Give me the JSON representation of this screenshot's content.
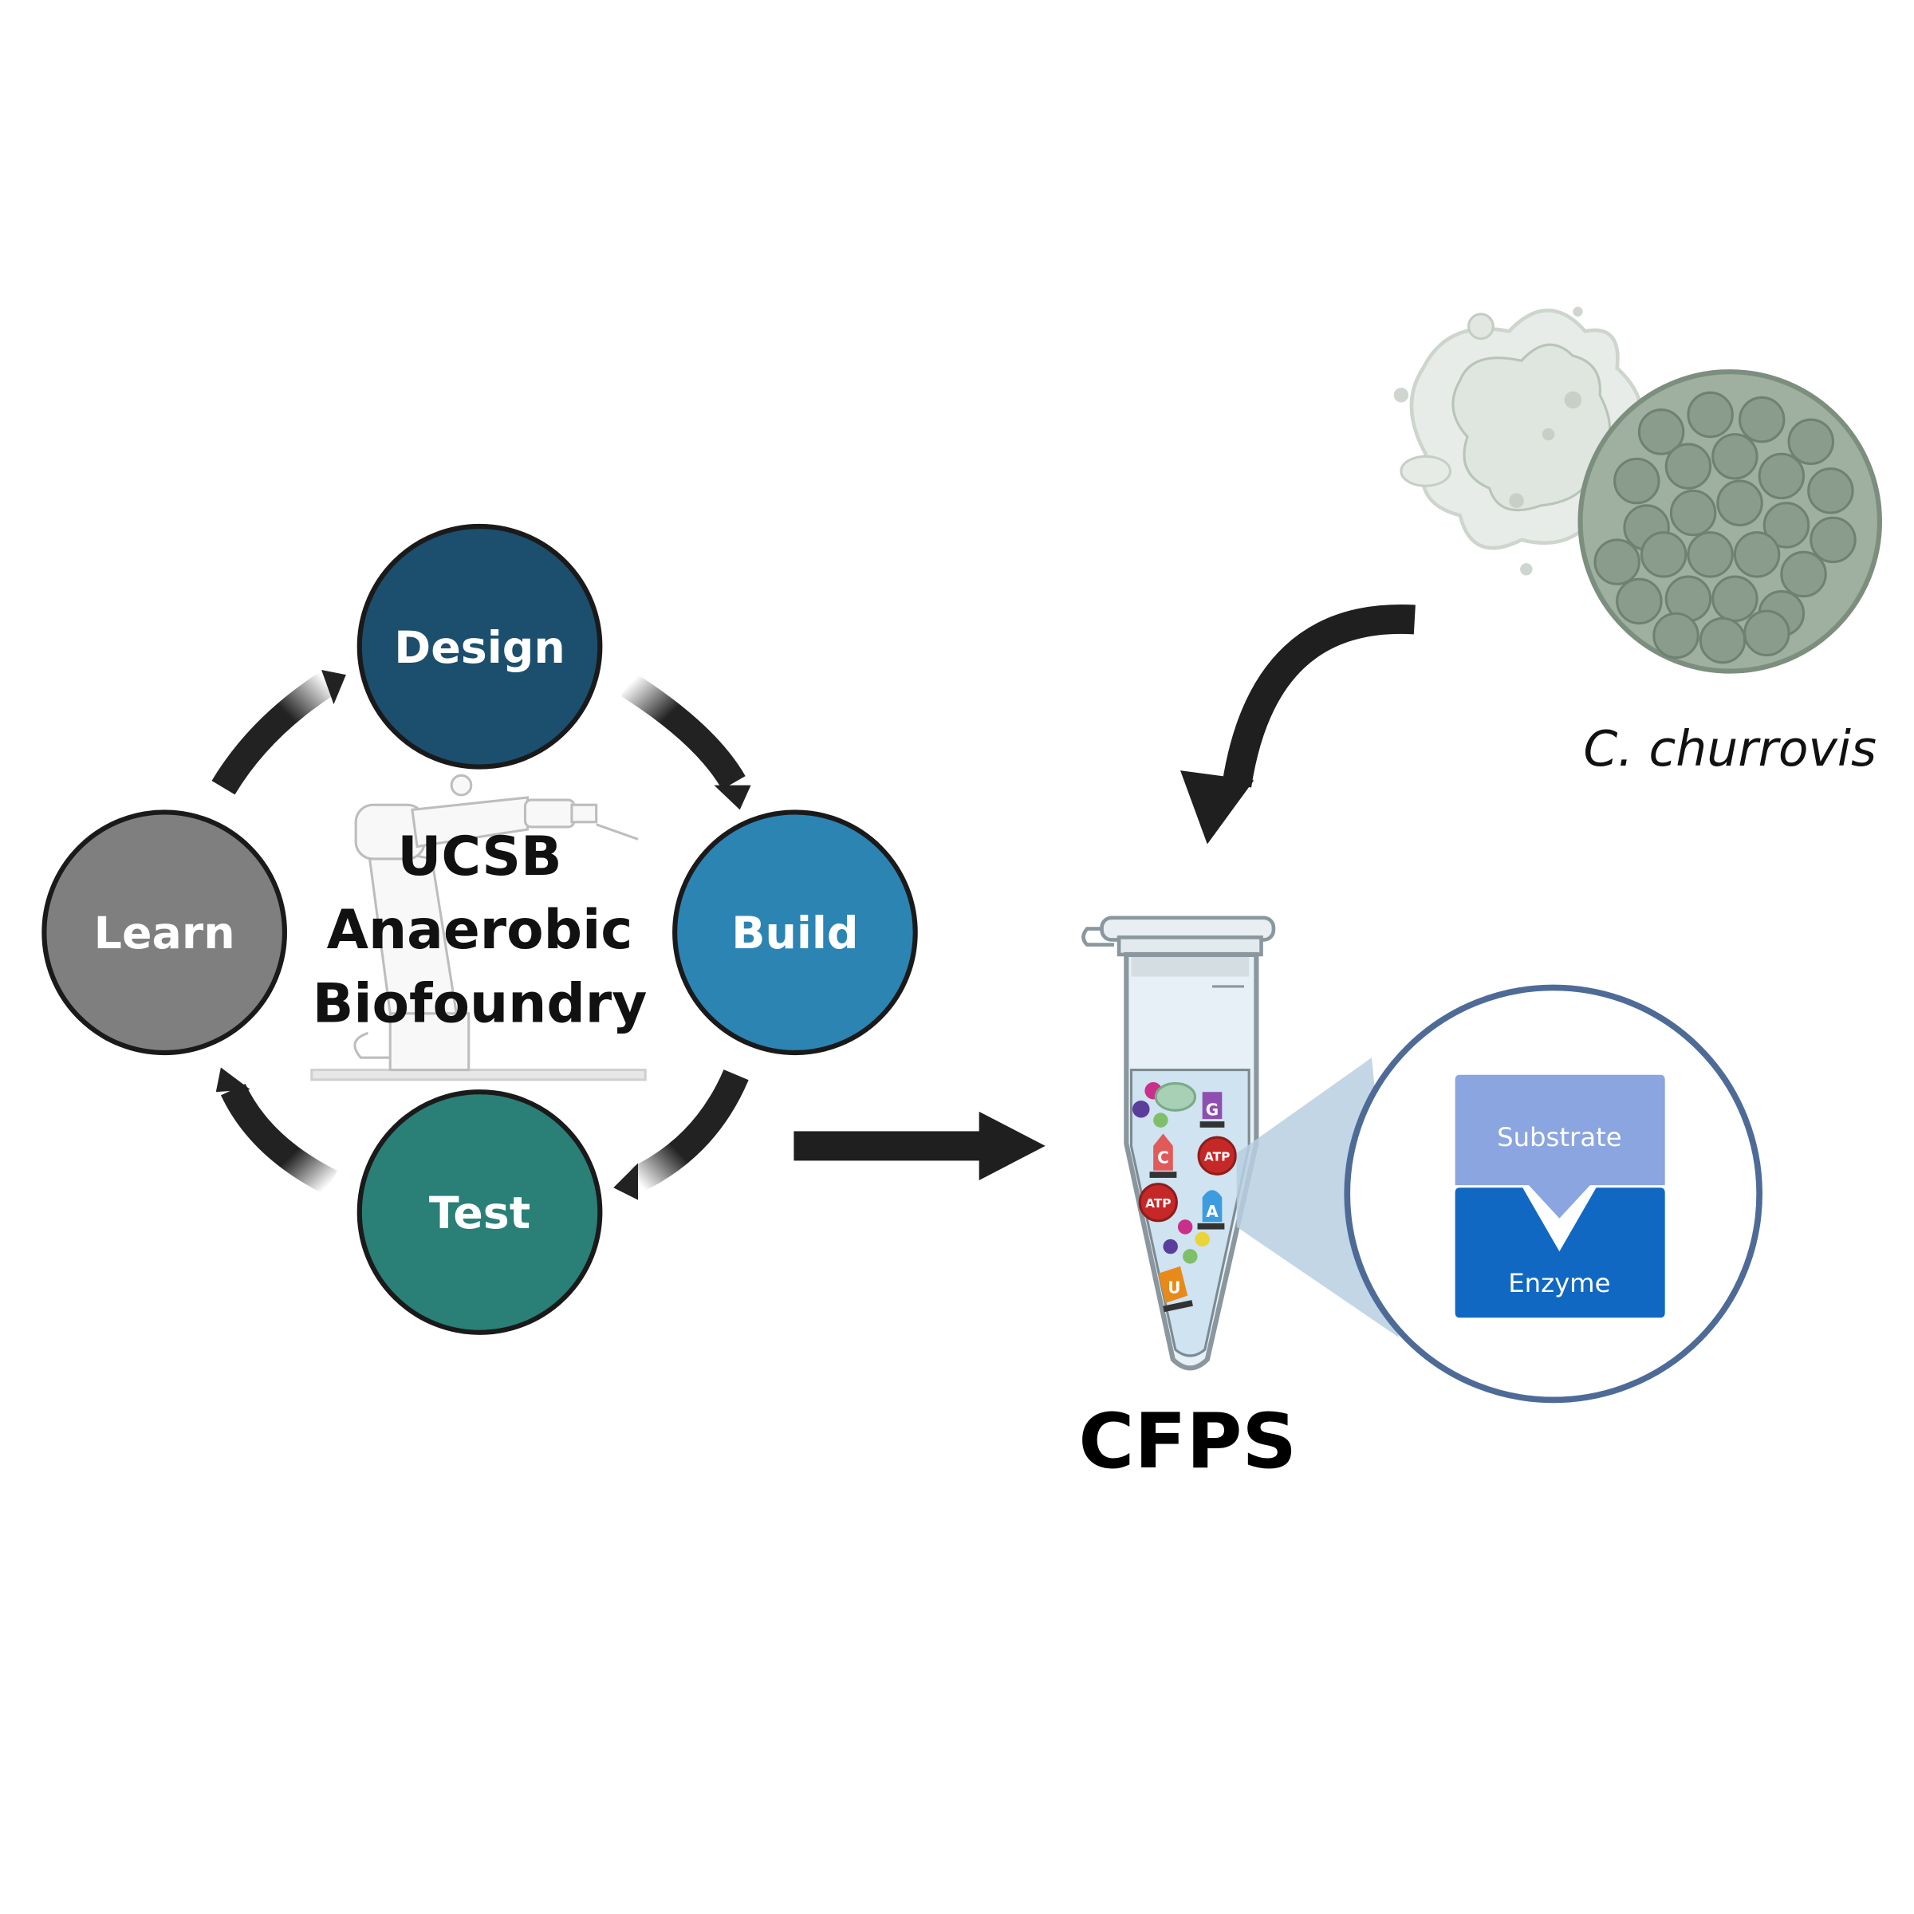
{
  "cycle": {
    "stages": [
      {
        "label": "Design",
        "color": "#1b4f6d"
      },
      {
        "label": "Build",
        "color": "#2c84b3"
      },
      {
        "label": "Test",
        "color": "#2a7f77"
      },
      {
        "label": "Learn",
        "color": "#7f7f7f"
      }
    ],
    "center_lines": [
      "UCSB",
      "Anaerobic",
      "Biofoundry"
    ]
  },
  "organism": {
    "label": "C. churrovis",
    "color": "#8fa493"
  },
  "tube": {
    "label": "CFPS",
    "contents": {
      "atp": "ATP",
      "nucleotides": [
        "G",
        "C",
        "A",
        "U"
      ]
    }
  },
  "zoom": {
    "substrate": "Substrate",
    "enzyme": "Enzyme",
    "substrate_color": "#8aa5df",
    "enzyme_color": "#1168c2",
    "ring_color": "#4e6b98"
  },
  "icons": {
    "robot": "robot-arm-icon",
    "arrow_to_tube": "curved-arrow-icon",
    "arrow_right": "right-arrow-icon"
  }
}
